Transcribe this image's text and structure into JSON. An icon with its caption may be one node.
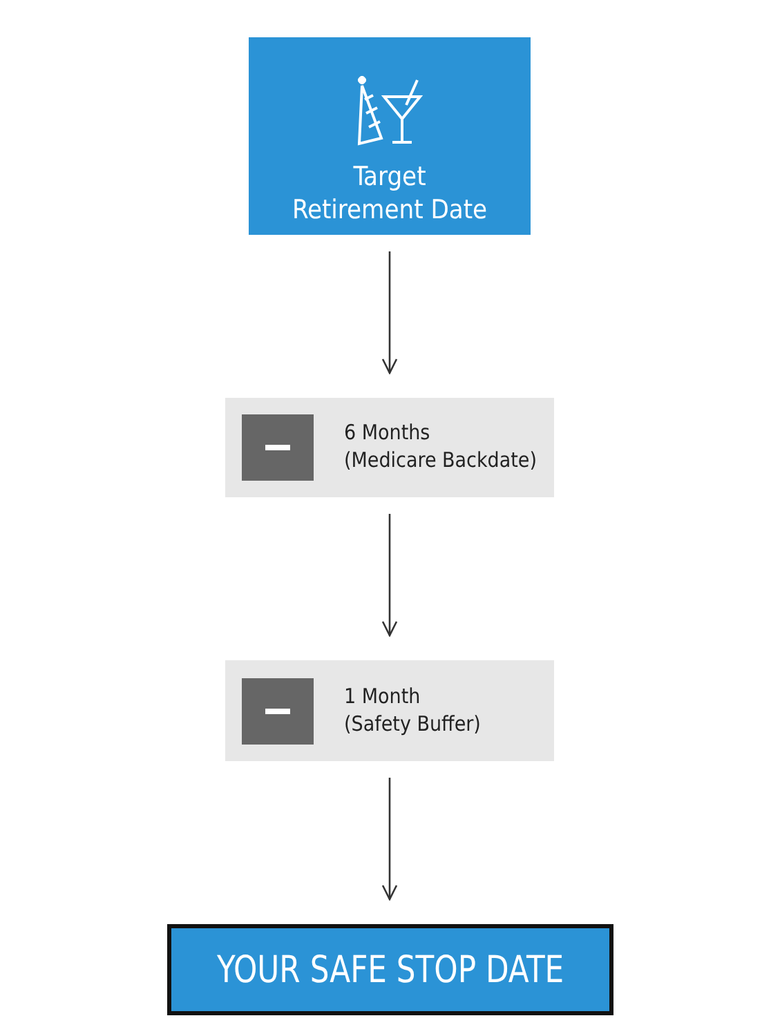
{
  "diagram": {
    "nodes": [
      {
        "text": [
          "Target Retirement Date"
        ]
      },
      {
        "text": [
          "6 Months",
          "(Medicare Backdate)"
        ]
      },
      {
        "text": [
          "1 Month",
          "(Safety Buffer)"
        ]
      },
      {
        "text": [
          "YOUR SAFE STOP DATE"
        ]
      }
    ],
    "edges": [
      {
        "from": 0,
        "to": 1,
        "arrow": "to"
      },
      {
        "from": 1,
        "to": 2,
        "arrow": "to"
      },
      {
        "from": 2,
        "to": 3,
        "arrow": "to"
      }
    ]
  }
}
